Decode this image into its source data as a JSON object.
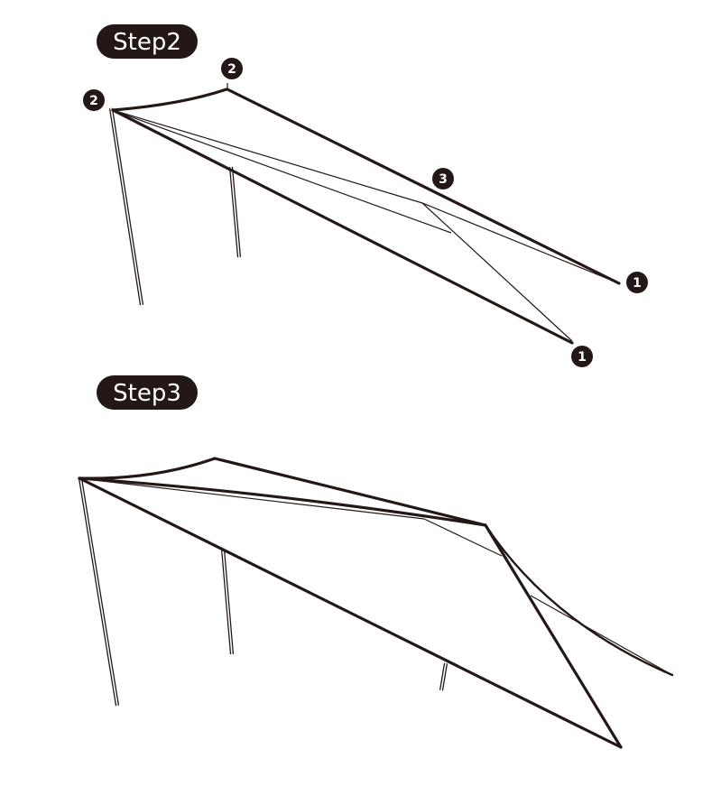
{
  "steps": [
    {
      "label": "Step2",
      "markers": [
        "2",
        "2",
        "3",
        "1",
        "1"
      ]
    },
    {
      "label": "Step3"
    }
  ],
  "colors": {
    "ink": "#231815",
    "background": "#ffffff"
  }
}
